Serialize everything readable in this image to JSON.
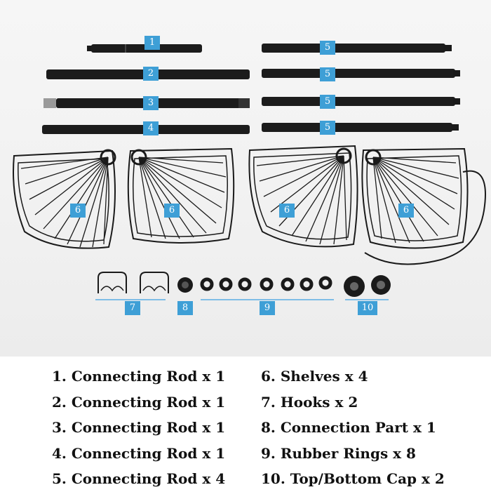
{
  "callouts": {
    "rod1": "1",
    "rod2": "2",
    "rod3": "3",
    "rod4": "4",
    "rod5a": "5",
    "rod5b": "5",
    "rod5c": "5",
    "rod5d": "5",
    "shelf_a": "6",
    "shelf_b": "6",
    "shelf_c": "6",
    "shelf_d": "6",
    "hooks": "7",
    "connection_part": "8",
    "rubber_rings": "9",
    "caps": "10"
  },
  "legend": {
    "left": [
      "1. Connecting Rod x 1",
      "2. Connecting Rod x 1",
      "3. Connecting Rod x 1",
      "4. Connecting Rod x 1",
      "5. Connecting Rod x 4"
    ],
    "right": [
      "6. Shelves x 4",
      "7. Hooks x 2",
      "8. Connection Part x 1",
      "9. Rubber Rings x 8",
      "10. Top/Bottom Cap x 2"
    ]
  },
  "colors": {
    "callout_bg": "#3e9fd6",
    "part_color": "#1a1a1a",
    "background": "#f2f2f2"
  }
}
